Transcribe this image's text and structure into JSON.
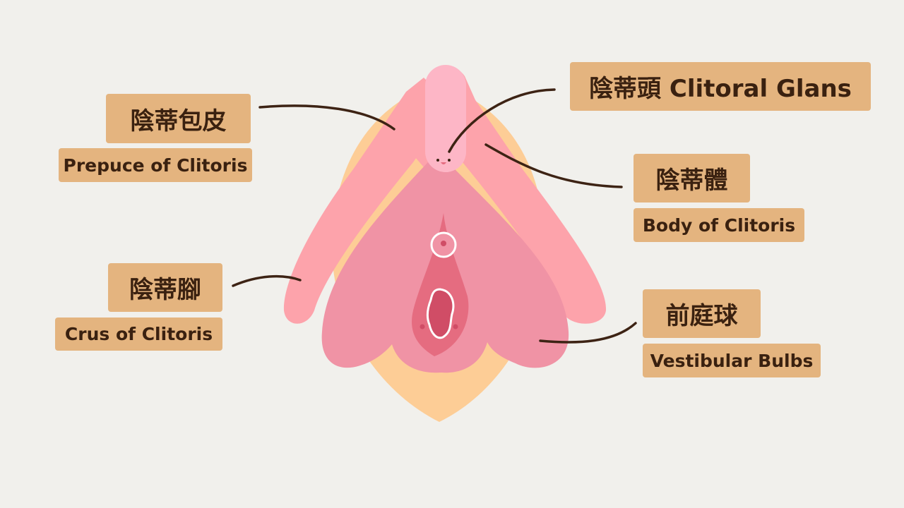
{
  "labels": {
    "prepuce": {
      "zh": "陰蒂包皮",
      "en": "Prepuce of Clitoris"
    },
    "glans": {
      "zh": "陰蒂頭 Clitoral Glans"
    },
    "body": {
      "zh": "陰蒂體",
      "en": "Body of Clitoris"
    },
    "crus": {
      "zh": "陰蒂腳",
      "en": "Crus of Clitoris"
    },
    "bulbs": {
      "zh": "前庭球",
      "en": "Vestibular Bulbs"
    }
  },
  "colors": {
    "background": "#f1f0ec",
    "label_box": "#e4b47f",
    "label_text": "#3a2110",
    "leader_line": "#3d2314",
    "outer_skin": "#fdcd96",
    "crura": "#fda3ab",
    "glans": "#fdb6c6",
    "bulbs": "#f093a5",
    "vestibule": "#e56c80",
    "opening": "#d04d66"
  }
}
